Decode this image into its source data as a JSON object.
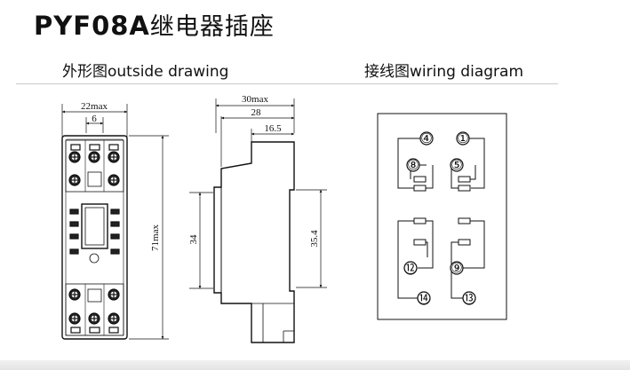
{
  "header": {
    "title_latin": "PYF08A",
    "title_cn": "继电器插座"
  },
  "sections": {
    "outside": "外形图outside drawing",
    "wiring": "接线图wiring diagram"
  },
  "dimensions": {
    "front_width": "22max",
    "front_pitch": "6",
    "front_height": "71max",
    "side_width": "30max",
    "side_mid": "28",
    "side_inner": "16.5",
    "side_left": "34",
    "side_right": "35.4"
  },
  "terminals": {
    "t4": "④",
    "t1": "①",
    "t8": "⑧",
    "t5": "⑤",
    "t12": "⑫",
    "t9": "⑨",
    "t14": "⑭",
    "t13": "⑬"
  },
  "colors": {
    "line": "#111111",
    "rule": "#c9c9c9"
  }
}
